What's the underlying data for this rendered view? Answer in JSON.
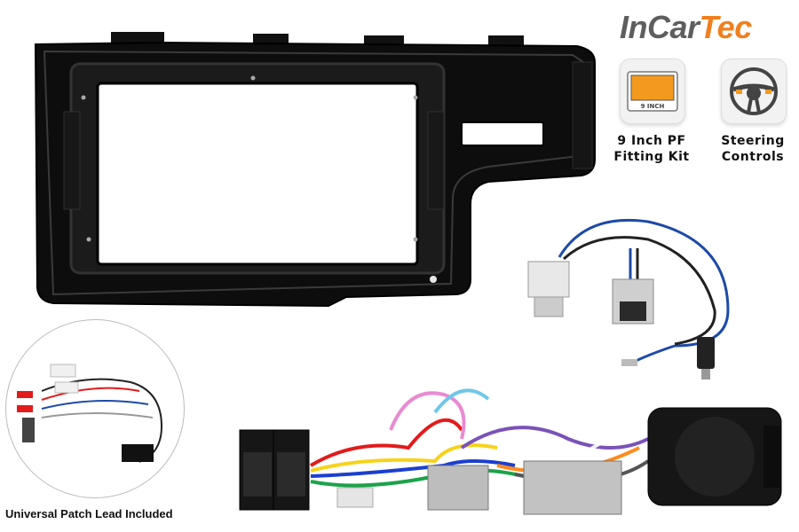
{
  "brand": {
    "part1": "InCar",
    "part2": "Tec"
  },
  "features": [
    {
      "line1": "9 Inch PF",
      "line2": "Fitting Kit",
      "badge": "9 INCH",
      "icon": "screen-size-icon"
    },
    {
      "line1": "Steering",
      "line2": "Controls",
      "icon": "steering-wheel-icon"
    }
  ],
  "patch_lead": {
    "caption": "Universal Patch Lead Included"
  },
  "colors": {
    "brand_grey": "#5e5e5e",
    "brand_orange": "#f07f1e",
    "fascia": "#0d0d0d"
  }
}
